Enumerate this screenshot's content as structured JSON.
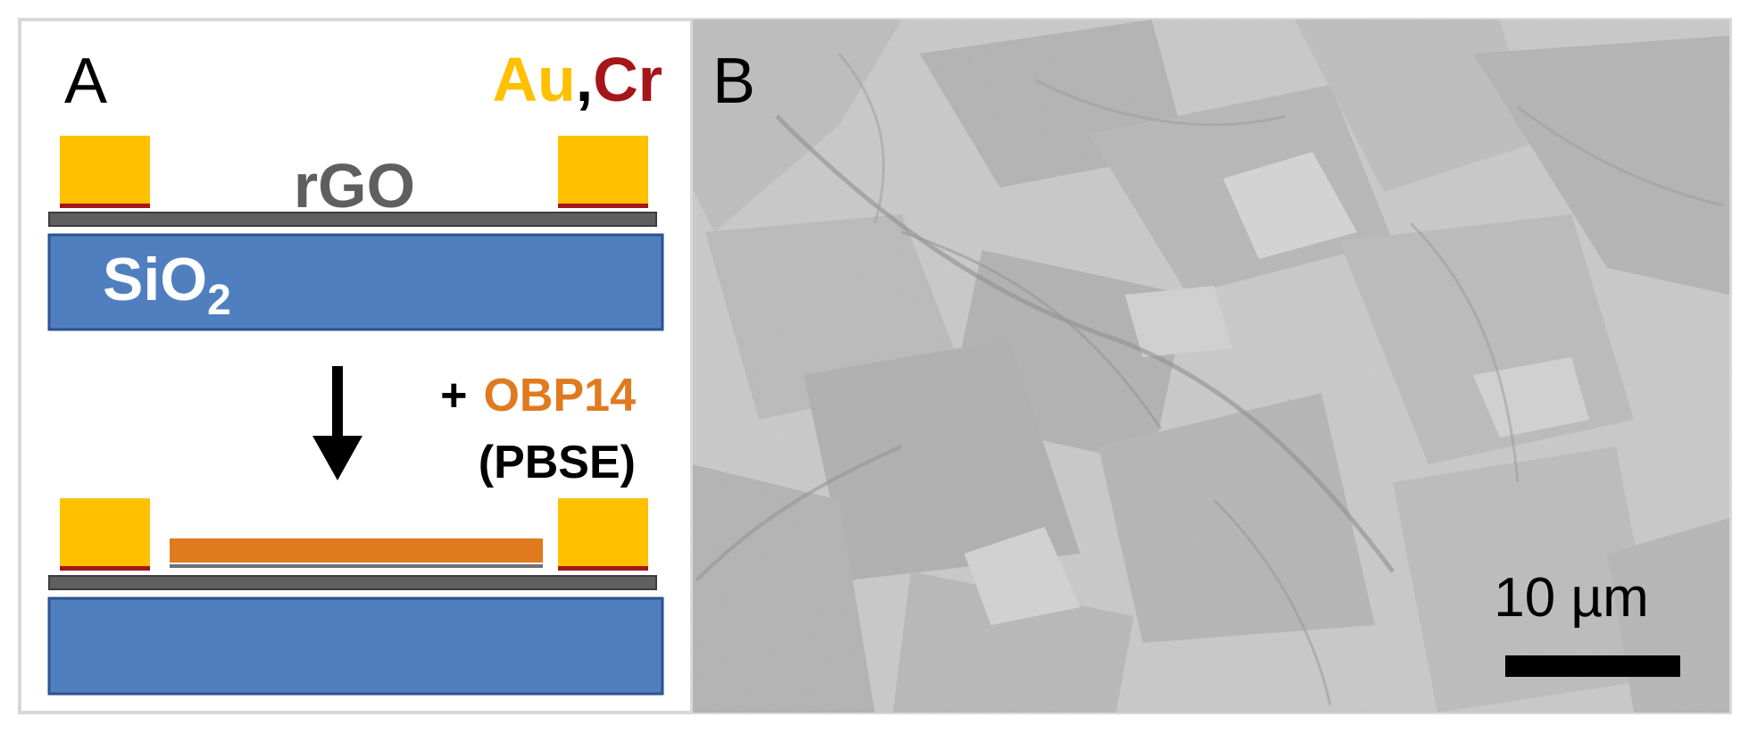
{
  "panel_a": {
    "letter": "A",
    "metal_au": "Au",
    "metal_sep": ",",
    "metal_cr": "Cr",
    "rgo_label": "rGO",
    "substrate_label": "SiO",
    "substrate_sub": "2",
    "step_plus": "+",
    "step_protein": "OBP14",
    "step_linker": "(PBSE)"
  },
  "panel_b": {
    "letter": "B",
    "scale_bar_label": "10 µm"
  },
  "colors": {
    "au": "#FFC000",
    "cr": "#A5161B",
    "rgo": "#5F5F5F",
    "sio2": "#4F7FBF",
    "obp14": "#E07A1F",
    "frame": "#D8D8D8",
    "sem_background": "#C9C9C9"
  }
}
